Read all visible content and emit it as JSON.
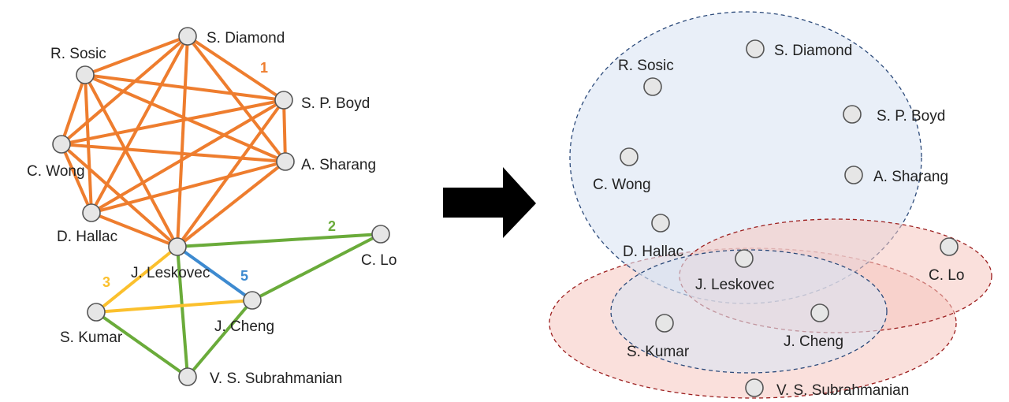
{
  "colors": {
    "orange": "#ee7d2e",
    "green": "#6aab3a",
    "yellow": "#fbc02d",
    "blue": "#3d8ad0",
    "arrow": "#000000",
    "blue_fill": "#dbe4f3",
    "red_fill": "#f6c6c0",
    "blue_stroke": "#2c4a7a",
    "red_stroke": "#9c1f1f"
  },
  "left_graph": {
    "nodes": [
      "S. Diamond",
      "R. Sosic",
      "S. P. Boyd",
      "C. Wong",
      "A. Sharang",
      "D. Hallac",
      "J. Leskovec",
      "C. Lo",
      "J. Cheng",
      "S. Kumar",
      "V. S. Subrahmanian"
    ],
    "community_labels": [
      {
        "text": "1",
        "color": "orange"
      },
      {
        "text": "2",
        "color": "green"
      },
      {
        "text": "3",
        "color": "yellow"
      },
      {
        "text": "5",
        "color": "blue"
      }
    ],
    "edges": {
      "orange_clique": [
        "S. Diamond",
        "R. Sosic",
        "S. P. Boyd",
        "C. Wong",
        "A. Sharang",
        "D. Hallac",
        "J. Leskovec"
      ],
      "green": [
        [
          "J. Leskovec",
          "C. Lo"
        ],
        [
          "C. Lo",
          "J. Cheng"
        ],
        [
          "J. Leskovec",
          "V. S. Subrahmanian"
        ],
        [
          "J. Cheng",
          "V. S. Subrahmanian"
        ],
        [
          "S. Kumar",
          "V. S. Subrahmanian"
        ]
      ],
      "yellow": [
        [
          "J. Leskovec",
          "S. Kumar"
        ],
        [
          "S. Kumar",
          "J. Cheng"
        ]
      ],
      "blue": [
        [
          "J. Leskovec",
          "J. Cheng"
        ]
      ]
    }
  },
  "right_graph": {
    "nodes": [
      "S. Diamond",
      "R. Sosic",
      "S. P. Boyd",
      "C. Wong",
      "A. Sharang",
      "D. Hallac",
      "J. Leskovec",
      "C. Lo",
      "J. Cheng",
      "S. Kumar",
      "V. S. Subrahmanian"
    ]
  }
}
